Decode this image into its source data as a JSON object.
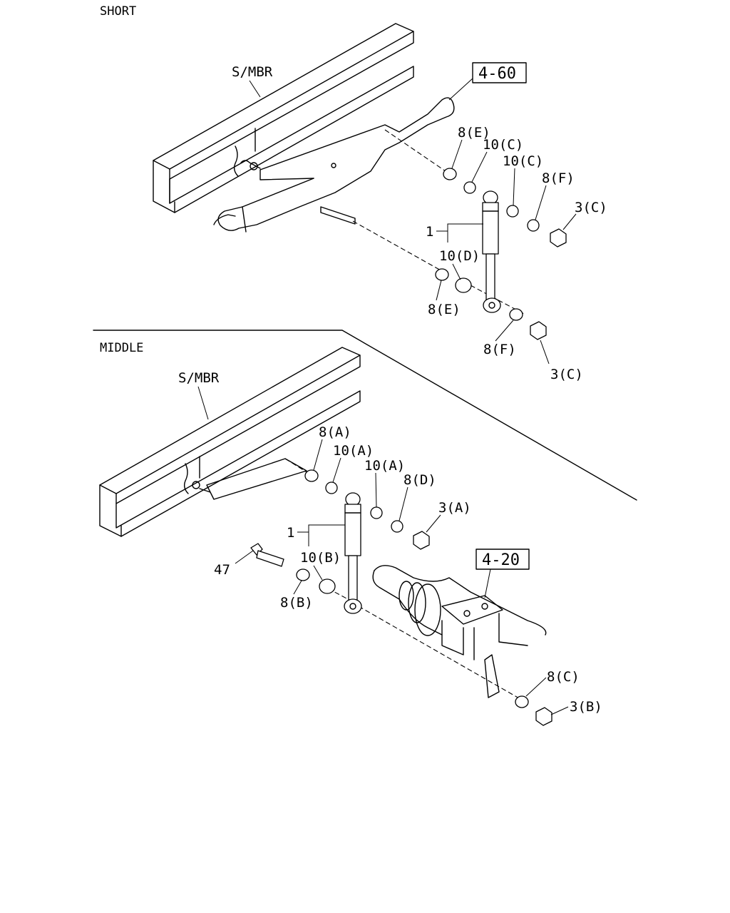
{
  "sections": {
    "short": "SHORT",
    "middle": "MIDDLE"
  },
  "short": {
    "frame_label": "S/MBR",
    "ref_box": "4-60",
    "callouts": {
      "washer_e_top": "8(E)",
      "bushing_c_1": "10(C)",
      "bushing_c_2": "10(C)",
      "washer_f_top": "8(F)",
      "nut_c_top": "3(C)",
      "shock": "1",
      "bushing_d": "10(D)",
      "washer_e_bottom": "8(E)",
      "washer_f_bottom": "8(F)",
      "nut_c_bottom": "3(C)"
    }
  },
  "middle": {
    "frame_label": "S/MBR",
    "ref_box": "4-20",
    "callouts": {
      "washer_a": "8(A)",
      "bushing_a_1": "10(A)",
      "bushing_a_2": "10(A)",
      "washer_d": "8(D)",
      "nut_a": "3(A)",
      "shock": "1",
      "bolt": "47",
      "bushing_b": "10(B)",
      "washer_b": "8(B)",
      "washer_c": "8(C)",
      "nut_b": "3(B)"
    }
  }
}
